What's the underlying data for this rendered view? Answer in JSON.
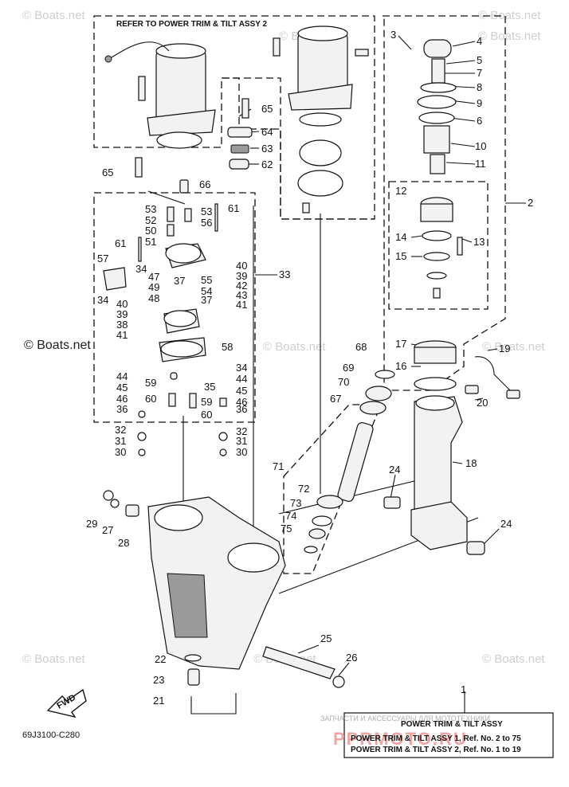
{
  "header_note": "REFER TO POWER TRIM & TILT ASSY 2",
  "watermark": "© Boats.net",
  "watermark_dark": "© Boats.net",
  "diagram_code": "69J3100-C280",
  "fwd_label": "FWD",
  "legend": {
    "russian": "ЗАПЧАСТИ И АКСЕССУАРЫ ДЛЯ МОТОТЕХНИКИ",
    "title": "POWER TRIM & TILT ASSY",
    "line1": "POWER TRIM & TILT ASSY 1,  Ref. No. 2 to 75",
    "line2": "POWER TRIM & TILT ASSY 2,  Ref. No. 1 to 19",
    "brand": "PPRMOTO.RU"
  },
  "callouts": [
    "1",
    "2",
    "3",
    "4",
    "5",
    "6",
    "7",
    "8",
    "9",
    "10",
    "11",
    "12",
    "13",
    "14",
    "15",
    "16",
    "17",
    "18",
    "19",
    "20",
    "21",
    "22",
    "23",
    "24",
    "24",
    "25",
    "26",
    "27",
    "28",
    "29",
    "30",
    "30",
    "31",
    "31",
    "32",
    "32",
    "33",
    "34",
    "34",
    "34",
    "35",
    "36",
    "36",
    "37",
    "37",
    "38",
    "39",
    "39",
    "40",
    "40",
    "41",
    "41",
    "42",
    "43",
    "44",
    "44",
    "45",
    "45",
    "46",
    "46",
    "47",
    "48",
    "49",
    "50",
    "51",
    "52",
    "53",
    "53",
    "54",
    "55",
    "56",
    "57",
    "58",
    "59",
    "59",
    "60",
    "60",
    "61",
    "61",
    "62",
    "63",
    "64",
    "65",
    "65",
    "66",
    "67",
    "68",
    "69",
    "70",
    "71",
    "72",
    "73",
    "74",
    "75"
  ],
  "colors": {
    "ink": "#111111",
    "watermark": "#cfcfcf",
    "brand": "#f0a5a5"
  }
}
